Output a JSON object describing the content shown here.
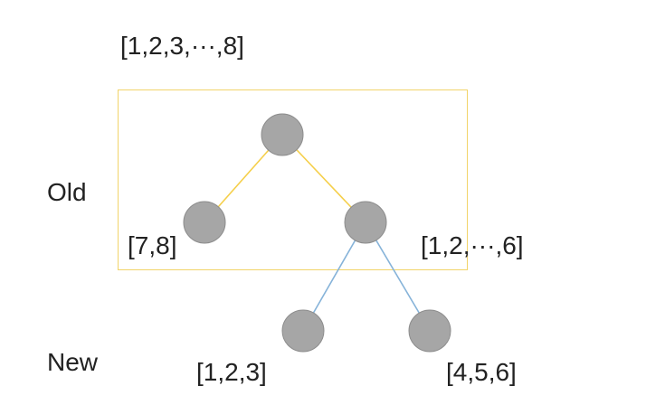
{
  "colors": {
    "background": "#ffffff",
    "old_box_border": "#f2d46a",
    "old_edges": "#f5cf4a",
    "new_edges": "#86b3d9",
    "node_fill": "#a6a6a6",
    "node_stroke": "#8c8c8c",
    "text": "#222222"
  },
  "labels": {
    "top_range": "[1,2,3,···,8]",
    "old_row": "Old",
    "new_row": "New",
    "left_child": "[7,8]",
    "right_child": "[1,2,···,6]",
    "new_left_leaf": "[1,2,3]",
    "new_right_leaf": "[4,5,6]"
  },
  "tree": {
    "nodes": [
      {
        "id": "root",
        "group": "old"
      },
      {
        "id": "old-left",
        "group": "old"
      },
      {
        "id": "old-right",
        "group": "old"
      },
      {
        "id": "new-left",
        "group": "new"
      },
      {
        "id": "new-right",
        "group": "new"
      }
    ],
    "edges": [
      {
        "from": "root",
        "to": "old-left",
        "group": "old"
      },
      {
        "from": "root",
        "to": "old-right",
        "group": "old"
      },
      {
        "from": "old-right",
        "to": "new-left",
        "group": "new"
      },
      {
        "from": "old-right",
        "to": "new-right",
        "group": "new"
      }
    ]
  }
}
